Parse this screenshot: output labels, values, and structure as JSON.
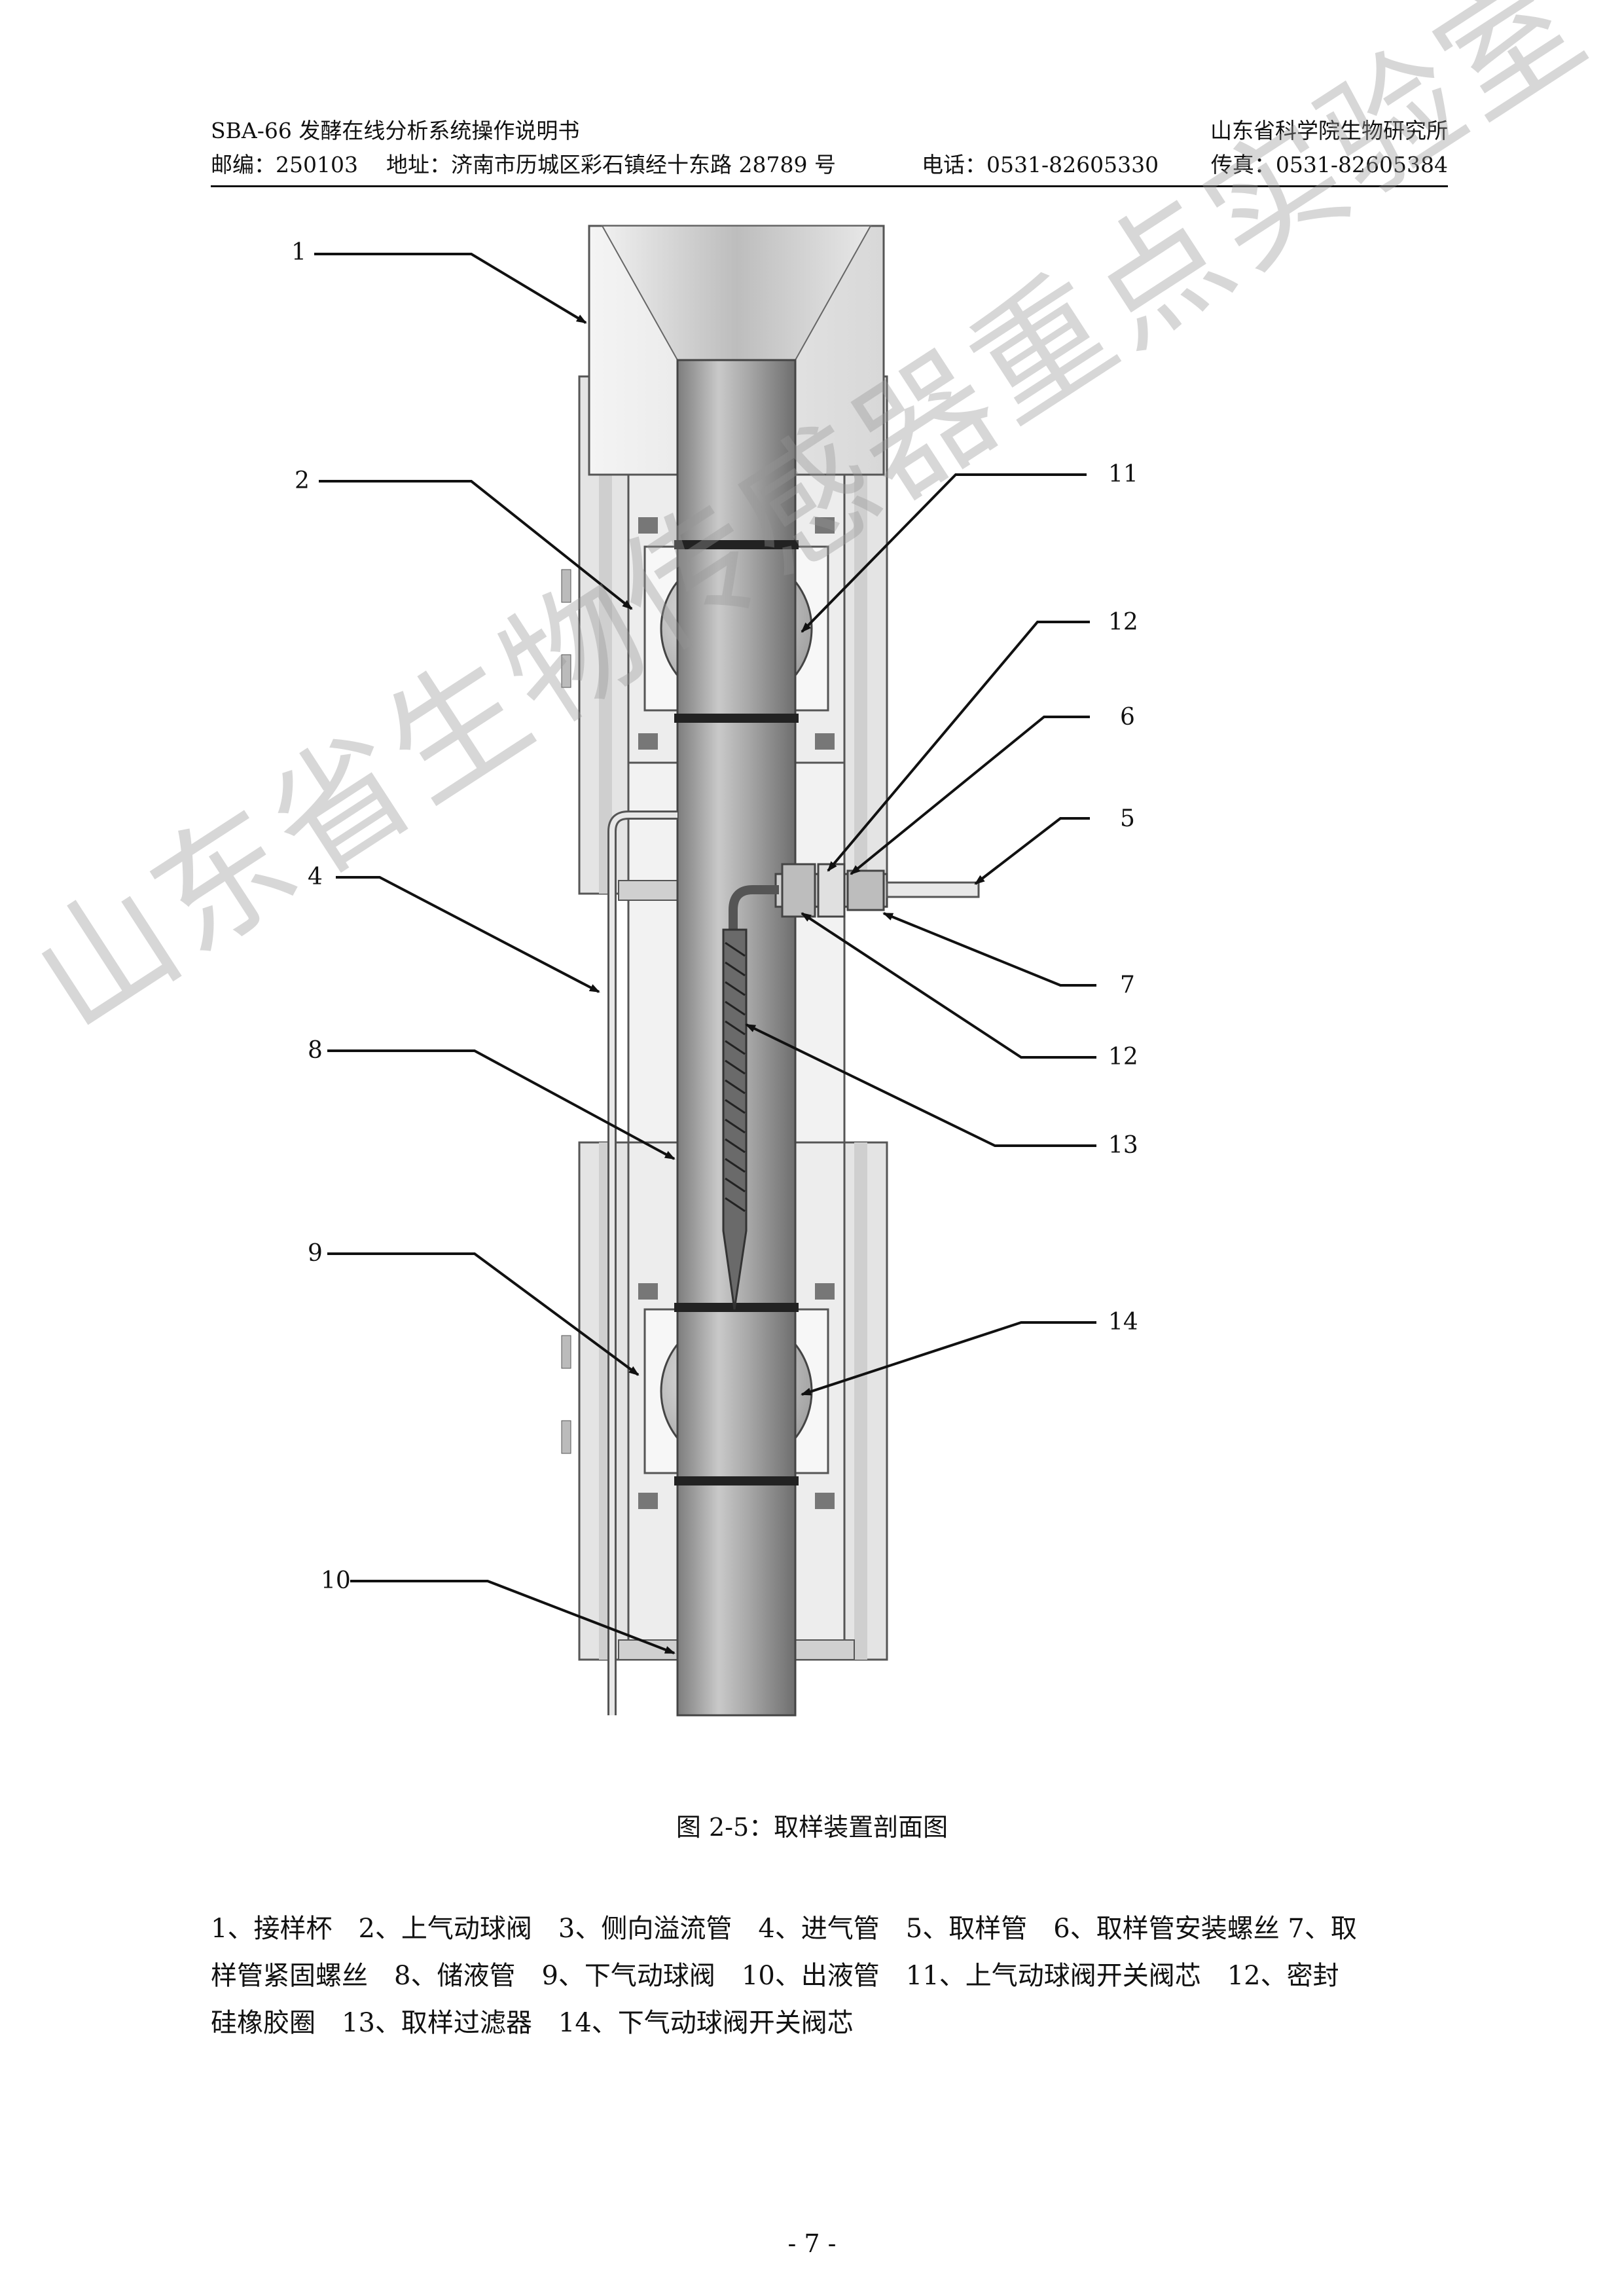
{
  "header": {
    "doc_title": "SBA-66 发酵在线分析系统操作说明书",
    "org": "山东省科学院生物研究所",
    "postcode": "邮编：250103",
    "address": "地址：济南市历城区彩石镇经十东路 28789 号",
    "phone": "电话：0531-82605330",
    "fax": "传真：0531-82605384"
  },
  "figure": {
    "callouts": [
      "1",
      "2",
      "11",
      "12",
      "6",
      "5",
      "4",
      "7",
      "12",
      "8",
      "13",
      "9",
      "14",
      "10"
    ],
    "caption": "图 2-5：取样装置剖面图"
  },
  "legend": {
    "line1": "1、接样杯　2、上气动球阀　3、侧向溢流管　4、进气管　5、取样管　6、取样管安装螺丝 7、取",
    "line2": "样管紧固螺丝　8、储液管　9、下气动球阀　10、出液管　11、上气动球阀开关阀芯　12、密封",
    "line3": "硅橡胶圈　13、取样过滤器　14、下气动球阀开关阀芯"
  },
  "page_number": "- 7 -",
  "watermark": "山东省生物传感器重点实验室"
}
